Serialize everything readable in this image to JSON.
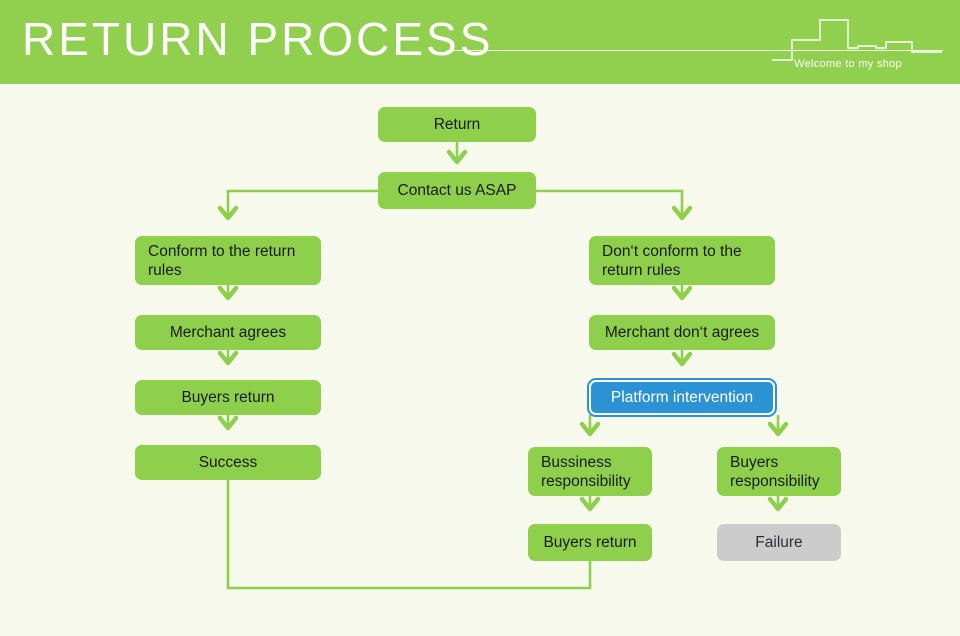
{
  "header": {
    "title": "RETURN PROCESS",
    "tagline": "Welcome to my shop",
    "bar_color": "#91d04e",
    "text_color": "#ffffff",
    "skyline_icon": "bar-skyline-icon"
  },
  "page": {
    "background_color": "#f6f9ec",
    "node_green": "#8ed04b",
    "node_blue": "#2b93d4",
    "node_grey": "#cccccc",
    "connector_color": "#8ed04b"
  },
  "flow": {
    "nodes": [
      {
        "id": "return",
        "label": "Return"
      },
      {
        "id": "contact",
        "label": "Contact us ASAP"
      },
      {
        "id": "conform",
        "label": "Conform to the return rules"
      },
      {
        "id": "merchant-agrees",
        "label": "Merchant agrees"
      },
      {
        "id": "buyers-return-left",
        "label": "Buyers return"
      },
      {
        "id": "success",
        "label": "Success"
      },
      {
        "id": "dont-conform",
        "label": "Don‘t conform to the return rules"
      },
      {
        "id": "merchant-dont",
        "label": "Merchant don‘t agrees"
      },
      {
        "id": "platform",
        "label": "Platform intervention"
      },
      {
        "id": "business-resp",
        "label": "Bussiness responsibility"
      },
      {
        "id": "buyers-resp",
        "label": "Buyers responsibility"
      },
      {
        "id": "buyers-return-mid",
        "label": "Buyers return"
      },
      {
        "id": "failure",
        "label": "Failure"
      }
    ]
  }
}
